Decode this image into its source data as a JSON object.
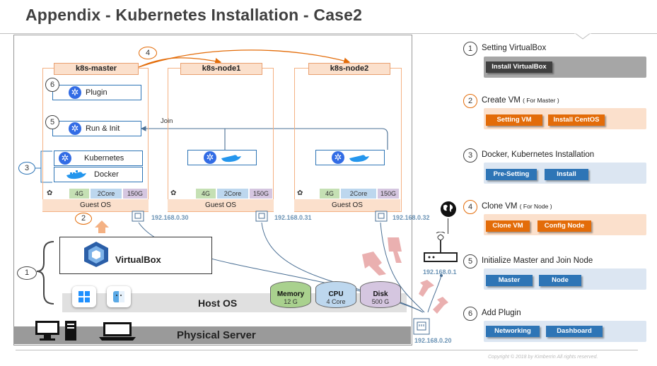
{
  "title": "Appendix - Kubernetes Installation - Case2",
  "copyright": "Copyright © 2018 by Kimberrin All rights reserved.",
  "colors": {
    "orange": "#e36c09",
    "blue": "#2e75b6",
    "grey": "#7f7f7f",
    "peach": "#fbe0cc",
    "lightblue": "#dce6f2"
  },
  "diagram": {
    "physical_server": "Physical Server",
    "host_os": "Host OS",
    "virtualbox": "VirtualBox",
    "join_label": "Join",
    "resources": [
      {
        "name": "Memory",
        "value": "12 G",
        "color": "#a9d18e"
      },
      {
        "name": "CPU",
        "value": "4 Core",
        "color": "#bdd7ee"
      },
      {
        "name": "Disk",
        "value": "500 G",
        "color": "#d5c6e0"
      }
    ],
    "host_ip": "192.168.0.20",
    "router_ip": "192.168.0.1",
    "vms": [
      {
        "name": "k8s-master",
        "guest_os": "Guest OS",
        "ip": "192.168.0.30",
        "mem": "4G",
        "cpu": "2Core",
        "disk": "150G",
        "components": [
          "Plugin",
          "Run & Init",
          "Kubernetes",
          "Docker"
        ]
      },
      {
        "name": "k8s-node1",
        "guest_os": "Guest OS",
        "ip": "192.168.0.31",
        "mem": "4G",
        "cpu": "2Core",
        "disk": "150G"
      },
      {
        "name": "k8s-node2",
        "guest_os": "Guest OS",
        "ip": "192.168.0.32",
        "mem": "4G",
        "cpu": "2Core",
        "disk": "150G"
      }
    ],
    "markers": [
      "1",
      "2",
      "3",
      "4",
      "5",
      "6"
    ]
  },
  "steps": [
    {
      "num": "1",
      "title": "Setting VirtualBox",
      "sub": "",
      "buttons": [
        "Install VirtualBox"
      ]
    },
    {
      "num": "2",
      "title": "Create VM",
      "sub": "( For Master )",
      "buttons": [
        "Setting VM",
        "Install CentOS"
      ]
    },
    {
      "num": "3",
      "title": "Docker, Kubernetes Installation",
      "sub": "",
      "buttons": [
        "Pre-Setting",
        "Install"
      ]
    },
    {
      "num": "4",
      "title": "Clone VM",
      "sub": "( For Node )",
      "buttons": [
        "Clone VM",
        "Config Node"
      ]
    },
    {
      "num": "5",
      "title": "Initialize Master and Join Node",
      "sub": "",
      "buttons": [
        "Master",
        "Node"
      ]
    },
    {
      "num": "6",
      "title": "Add Plugin",
      "sub": "",
      "buttons": [
        "Networking",
        "Dashboard"
      ]
    }
  ]
}
